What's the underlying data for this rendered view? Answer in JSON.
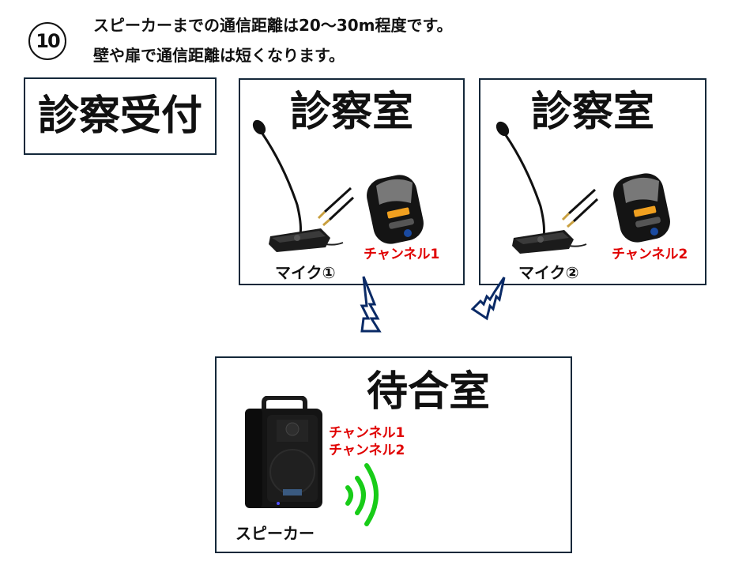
{
  "header": {
    "step_number": "10",
    "notes": [
      "スピーカーまでの通信距離は20～30m程度です。",
      "壁や扉で通信距離は短くなります。"
    ]
  },
  "rooms": {
    "reception": {
      "title": "診察受付"
    },
    "exam_room_1": {
      "title": "診察室",
      "device_label": "マイク①",
      "channel_label": "チャンネル1"
    },
    "exam_room_2": {
      "title": "診察室",
      "device_label": "マイク②",
      "channel_label": "チャンネル2"
    },
    "waiting_room": {
      "title": "待合室",
      "device_label": "スピーカー",
      "channel_labels": [
        "チャンネル1",
        "チャンネル2"
      ]
    }
  },
  "colors": {
    "border": "#14283a",
    "channel_text": "#e00000",
    "signal_bolt": "#0a2a66",
    "sound_wave": "#18cc18",
    "device_orange": "#f0a020"
  }
}
